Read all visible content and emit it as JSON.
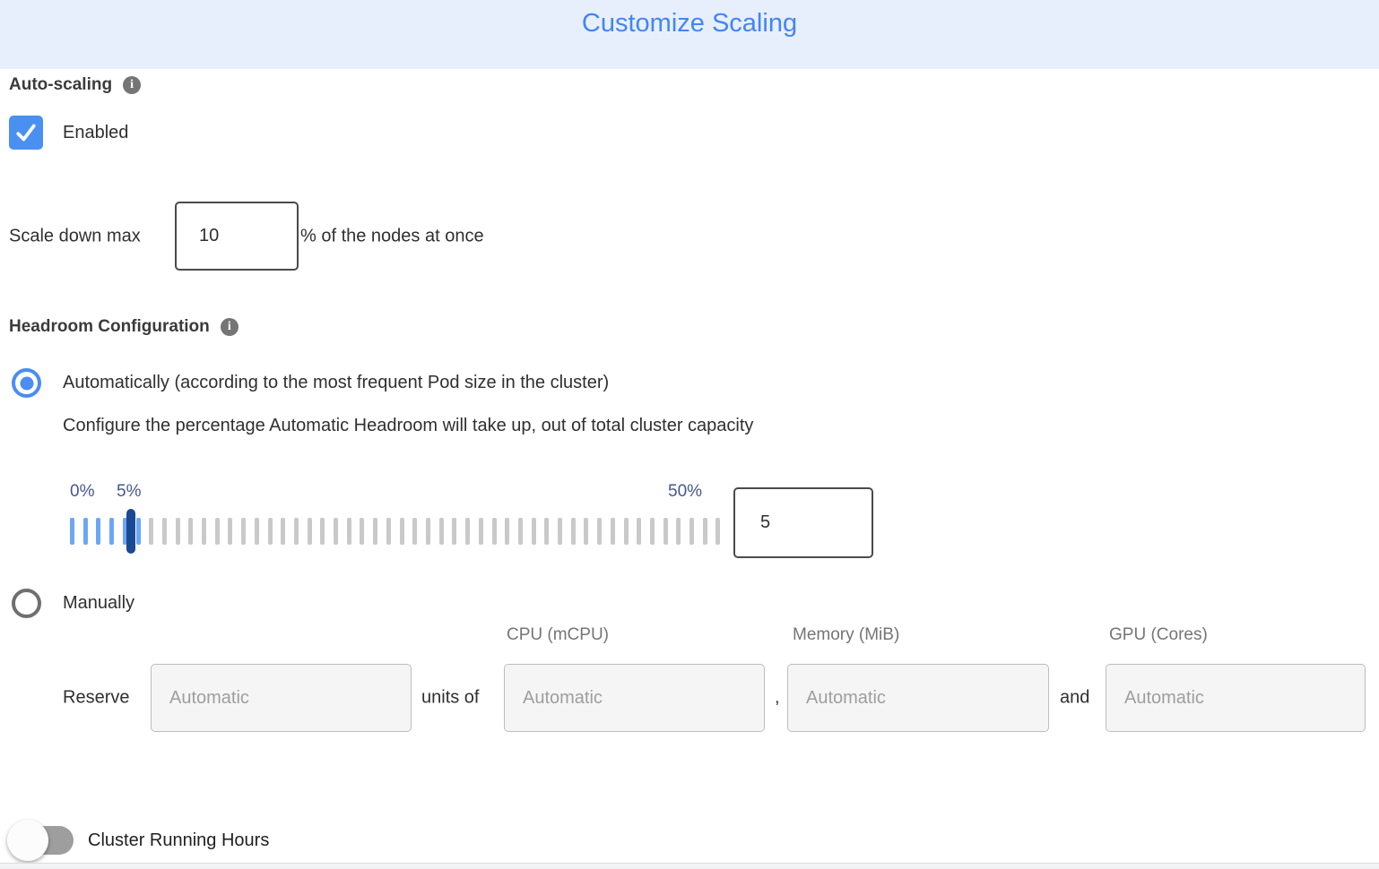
{
  "header": {
    "title": "Customize Scaling"
  },
  "auto_scaling": {
    "label": "Auto-scaling",
    "checkbox_checked": true,
    "enabled_label": "Enabled"
  },
  "scale_down": {
    "prefix": "Scale down max",
    "value": "10",
    "suffix": "% of the nodes at once"
  },
  "headroom": {
    "label": "Headroom Configuration",
    "auto_option": "Automatically (according to the most frequent Pod size in the cluster)",
    "auto_description": "Configure the percentage Automatic Headroom will take up, out of total cluster capacity",
    "slider": {
      "min_label": "0%",
      "current_label": "5%",
      "max_label": "50%",
      "value": "5",
      "tick_count": 50,
      "active_ticks": 6
    },
    "manual_option": "Manually"
  },
  "reserve": {
    "label": "Reserve",
    "units_of": "units of",
    "comma": ",",
    "and": "and",
    "columns": [
      {
        "header": "",
        "placeholder": "Automatic"
      },
      {
        "header": "CPU (mCPU)",
        "placeholder": "Automatic"
      },
      {
        "header": "Memory (MiB)",
        "placeholder": "Automatic"
      },
      {
        "header": "GPU (Cores)",
        "placeholder": "Automatic"
      }
    ]
  },
  "cluster_running_hours": {
    "label": "Cluster Running Hours",
    "toggle_on": false
  },
  "colors": {
    "accent_blue": "#4285f4",
    "header_bg": "#e8effc",
    "checkbox_blue": "#4a90f2",
    "radio_blue": "#4b8df0",
    "slider_tick_active": "#6ca6f6",
    "slider_tick_inactive": "#c9c9c9",
    "slider_thumb": "#1b4a94",
    "slider_label_text": "#47568f",
    "toggle_track_off": "#9e9e9e"
  }
}
